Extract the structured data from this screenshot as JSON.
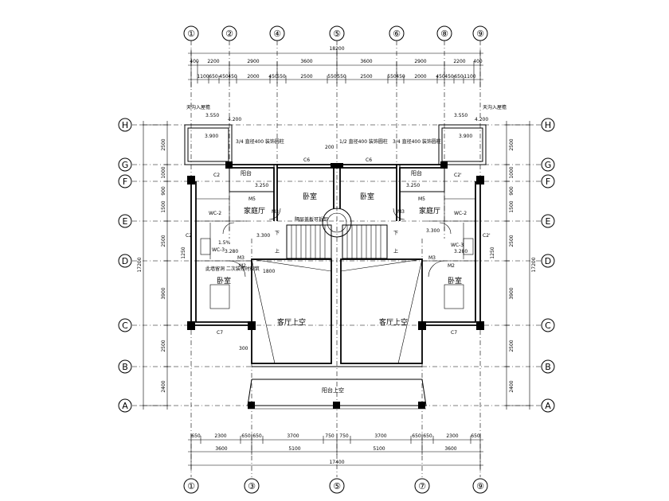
{
  "top_axes": [
    "①",
    "②",
    "④",
    "⑤",
    "⑥",
    "⑧",
    "⑨"
  ],
  "bottom_axes": [
    "①",
    "③",
    "⑤",
    "⑦",
    "⑨"
  ],
  "left_axes": [
    "H",
    "G",
    "F",
    "E",
    "D",
    "C",
    "B",
    "A"
  ],
  "right_axes": [
    "H",
    "G",
    "F",
    "E",
    "D",
    "C",
    "B",
    "A"
  ],
  "top_overall": "18200",
  "top_row1": [
    "400",
    "2200",
    "2900",
    "3600",
    "3600",
    "2900",
    "2200",
    "400"
  ],
  "top_row2": [
    "1100",
    "650",
    "450",
    "450",
    "2000",
    "450",
    "550",
    "2500",
    "550",
    "550",
    "2500",
    "550",
    "450",
    "2000",
    "450",
    "450",
    "650",
    "1100"
  ],
  "bottom_row1": [
    "650",
    "2300",
    "650",
    "650",
    "3700",
    "750",
    "750",
    "3700",
    "650",
    "650",
    "2300",
    "650"
  ],
  "bottom_row2": [
    "3600",
    "5100",
    "5100",
    "3600"
  ],
  "bottom_overall": "17400",
  "left_dims": [
    "2500",
    "1000",
    "900",
    "1500",
    "2500",
    "1250",
    "3900",
    "2500",
    "2400"
  ],
  "left_total": "17200",
  "right_dims": [
    "2500",
    "1000",
    "900",
    "1500",
    "2500",
    "1250",
    "3900",
    "2500",
    "2400"
  ],
  "right_total": "17200",
  "room_labels": {
    "bed_top_left": "卧室",
    "bed_top_right": "卧室",
    "family_left": "家庭厅",
    "family_right": "家庭厅",
    "bed_left": "卧室",
    "bed_right": "卧室",
    "void_left": "客厅上空",
    "void_right": "客厅上空",
    "balcony_left": "阳台",
    "balcony_right": "阳台",
    "balcony_void": "阳台上空"
  },
  "notes": {
    "top_left_note": "3/4 直径400 装饰圆柱",
    "top_mid_note": "1/2 直径400 装饰圆柱",
    "top_right_note": "3/4 直径400 装饰圆柱",
    "left_side_note": "天沟入屋檐",
    "right_side_note": "天沟入屋檐",
    "left_lower_note": "此墙留洞\n二次装修时砌筑",
    "stair_note": "隔层盖板可拆卸"
  },
  "elevations": {
    "e1": "3.550",
    "e2": "4.200",
    "e3": "3.900",
    "e4": "3.250",
    "e5": "3.300",
    "e6": "3.280",
    "e7": "3.550",
    "e8": "4.200",
    "e9": "3.900",
    "e10": "3.250",
    "e11": "3.300",
    "e12": "3.280"
  },
  "doors": {
    "c6a": "C6",
    "c6b": "C6",
    "c7a": "C7",
    "c7b": "C7",
    "m3a": "M3",
    "m3b": "M3",
    "m3c": "M3",
    "m3d": "M3",
    "m2a": "M2",
    "m2b": "M2",
    "m5a": "M5",
    "m5b": "M5",
    "c2a": "C2",
    "c2b": "C2'",
    "c2c": "C2",
    "c2d": "C2'",
    "wc2a": "WC-2",
    "wc2b": "WC-2",
    "wc3a": "WC-3",
    "wc3b": "WC-3",
    "slope": "1.5%",
    "up": "上",
    "down": "下",
    "dim1800": "1800",
    "dim200": "200",
    "dim300": "300"
  }
}
